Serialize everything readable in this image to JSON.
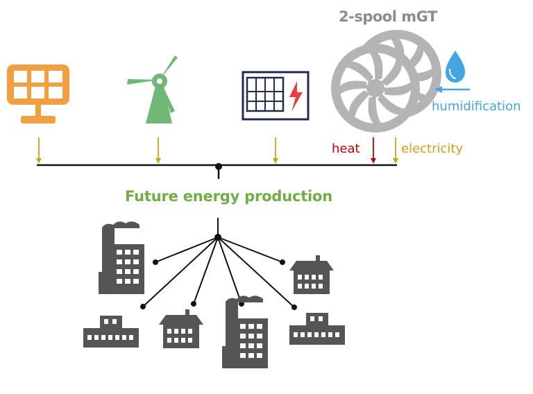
{
  "labels": {
    "mgt_title": "2-spool mGT",
    "humidification": "humidification",
    "heat": "heat",
    "electricity": "electricity",
    "future_energy": "Future energy production"
  },
  "colors": {
    "solar": "#f0a040",
    "wind": "#70b878",
    "battery_outline": "#1f2a4e",
    "battery_bolt": "#e84040",
    "turbine": "#b4b4b4",
    "water": "#43a6e3",
    "heat": "#c00000",
    "electricity": "#d4a017",
    "buildings": "#555555",
    "future_energy": "#70ad47"
  },
  "icons": [
    "solar-panel-icon",
    "wind-turbine-icon",
    "battery-storage-icon",
    "micro-gas-turbine-icon",
    "water-drop-icon",
    "factory-icon",
    "apartment-building-icon",
    "house-icon"
  ]
}
